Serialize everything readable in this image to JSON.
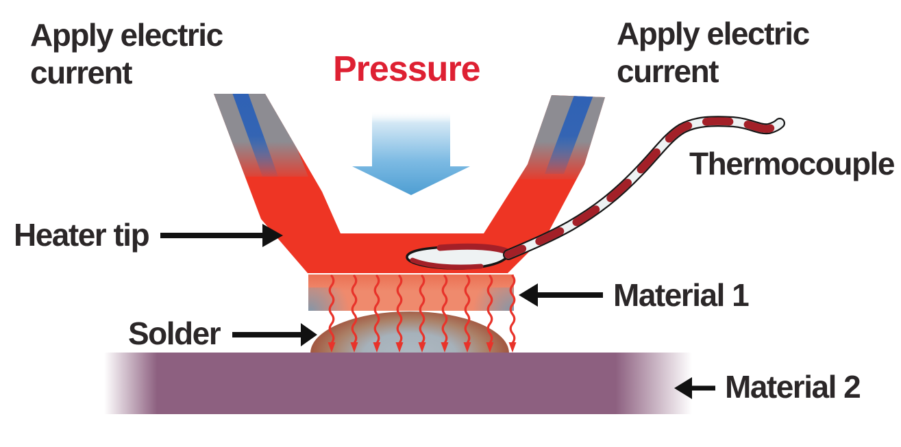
{
  "labels": {
    "apply_current_left": "Apply electric\ncurrent",
    "apply_current_right": "Apply electric\ncurrent",
    "pressure": "Pressure",
    "thermocouple": "Thermocouple",
    "heater_tip": "Heater tip",
    "material_1": "Material 1",
    "solder": "Solder",
    "material_2": "Material 2"
  },
  "palette": {
    "heater_red": "#ee3524",
    "electrode_gray": "#8d8c92",
    "electrode_blue": "#2f62b5",
    "pressure_arrow_blue": "#4e9ed2",
    "pressure_text_red": "#de2032",
    "heat_wave_red": "#e8332a",
    "material1_salmon": "#ef8a6d",
    "material1_corner_slate": "#7e97ab",
    "solder_rim_brown": "#a25740",
    "solder_core_gray": "#aeb9c2",
    "material2_purple": "#8d6080",
    "thermocouple_dark_red": "#a32028",
    "thermocouple_white": "#eef2f3",
    "label_black": "#2b2728",
    "annotation_arrow_black": "#111111"
  }
}
